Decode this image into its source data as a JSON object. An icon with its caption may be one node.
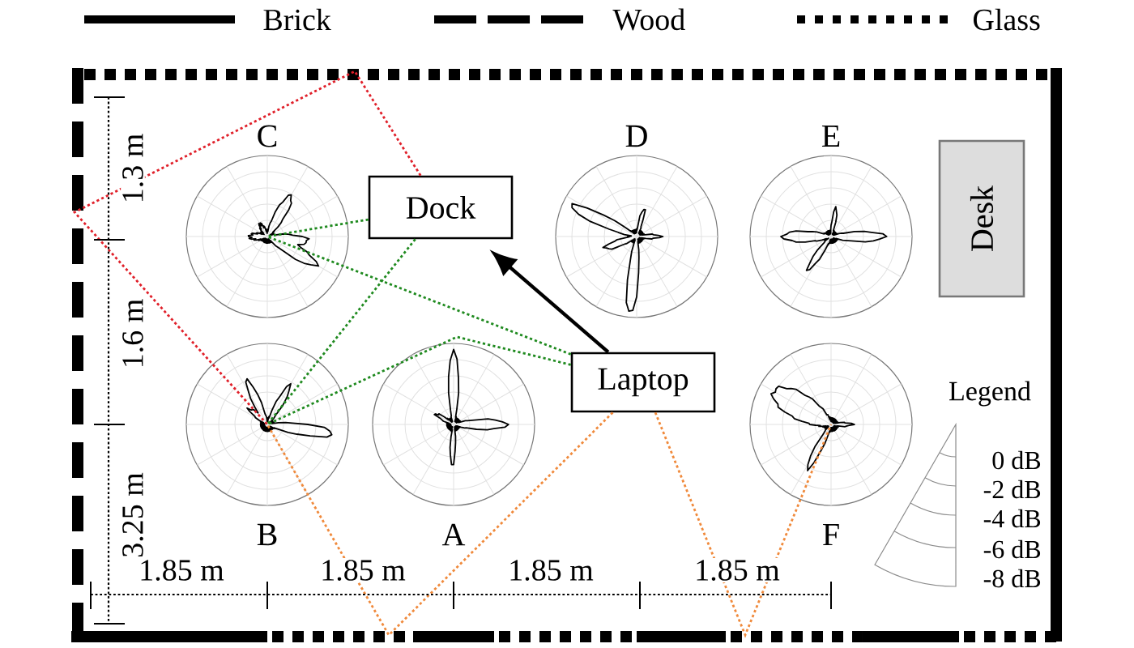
{
  "diagram": {
    "nodes": [
      {
        "text": [
          "C"
        ]
      },
      {
        "text": [
          "D"
        ]
      },
      {
        "text": [
          "E"
        ]
      },
      {
        "text": [
          "Desk"
        ]
      },
      {
        "text": [
          "Dock"
        ]
      },
      {
        "text": [
          "Laptop"
        ]
      },
      {
        "text": [
          "B"
        ]
      },
      {
        "text": [
          "A"
        ]
      },
      {
        "text": [
          "F"
        ]
      }
    ],
    "edges": [
      {
        "from": 4,
        "to": 0,
        "arrow": "none",
        "style": "dashed"
      },
      {
        "from": 4,
        "to": 6,
        "arrow": "none",
        "style": "dashed"
      },
      {
        "from": 5,
        "to": 0,
        "arrow": "none",
        "style": "dashed"
      },
      {
        "from": 5,
        "to": 6,
        "arrow": "none",
        "style": "dashed"
      },
      {
        "from": 5,
        "to": 4,
        "arrow": "to",
        "color": "#000000"
      },
      {
        "from": 4,
        "to": 6,
        "arrow": "none",
        "style": "dashed",
        "color": "#e0202a"
      },
      {
        "from": 5,
        "to": 6,
        "arrow": "none",
        "style": "dashed",
        "color": "#f08a3c"
      },
      {
        "from": 5,
        "to": 8,
        "arrow": "none",
        "style": "dashed",
        "color": "#f08a3c"
      }
    ],
    "labels": [
      "1.3 m",
      "1.6 m",
      "3.25 m",
      "1.85 m",
      "1.85 m",
      "1.85 m",
      "1.85 m",
      "Legend",
      "0 dB",
      "-2 dB",
      "-4 dB",
      "-6 dB",
      "-8 dB"
    ],
    "legend": [
      {
        "text": "Brick"
      },
      {
        "text": "Wood"
      },
      {
        "text": "Glass"
      }
    ]
  }
}
